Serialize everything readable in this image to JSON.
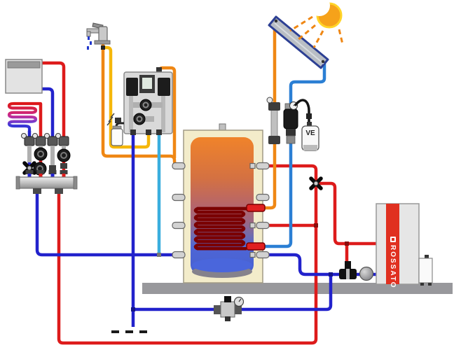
{
  "diagram": {
    "title": "solar-thermal-heating-system-schematic",
    "labels": {
      "expansion_vessel": "VE",
      "boiler_brand": "ROSSATO"
    },
    "colors": {
      "hot_pipe_red": "#dd1b1b",
      "cold_pipe_blue": "#2222cc",
      "solar_supply_orange": "#ef8714",
      "solar_return_blue": "#2b7fd4",
      "dhw_loop_yellow": "#f5b70a",
      "station_cold_cyan": "#3aaede",
      "boiler_accent_red": "#e03020",
      "sun_orange": "#f6a21a",
      "floor_gray": "#98989c",
      "tank_top_orange": "#f08026",
      "tank_bottom_blue": "#4a66d6"
    },
    "components": [
      "radiator",
      "underfloor-heating-coil",
      "heating-manifold",
      "manifold-pump-stations",
      "fresh-water-station",
      "tap",
      "buffer-tank",
      "internal-coil-heat-exchanger",
      "solar-collector",
      "sun",
      "solar-pump-group",
      "expansion-vessel",
      "three-way-valve",
      "motorized-mixing-valve",
      "circulation-pump",
      "pressure-reducer",
      "boiler-unit",
      "water-mains"
    ]
  }
}
